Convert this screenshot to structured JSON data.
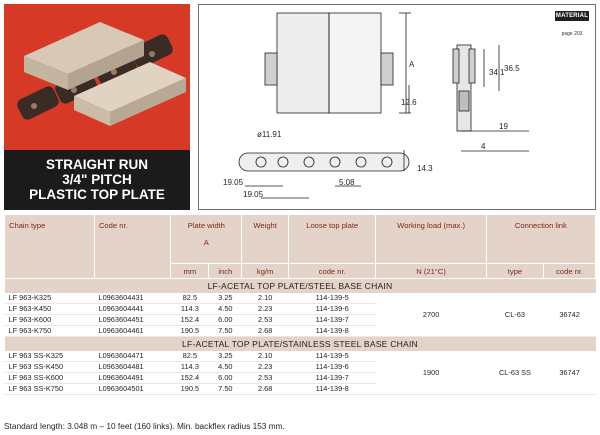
{
  "header": {
    "title_lines": [
      "STRAIGHT RUN",
      "3/4\" PITCH",
      "PLASTIC TOP PLATE"
    ],
    "material_badge": "MATERIAL",
    "material_page": "page 203"
  },
  "drawing": {
    "dims": {
      "a": "A",
      "h126": "12.6",
      "h341": "34.1",
      "h365": "36.5",
      "w19": "19",
      "w4": "4",
      "dia": "ø11.91",
      "l1905a": "19.05",
      "l1905b": "19.05",
      "l508": "5.08",
      "h143": "14.3"
    }
  },
  "table": {
    "headers": {
      "chain_type": "Chain type",
      "code_nr": "Code nr.",
      "plate_width": "Plate width",
      "plate_width_a": "A",
      "weight": "Weight",
      "loose_top_plate": "Loose top plate",
      "working_load": "Working load (max.)",
      "connection_link": "Connection link",
      "mm": "mm",
      "inch": "inch",
      "kgm": "kg/m",
      "code_nr2": "code nr.",
      "n21": "N (21°C)",
      "type": "type",
      "code_nr3": "code nr."
    },
    "sections": [
      {
        "title": "LF-ACETAL TOP PLATE/STEEL BASE CHAIN",
        "working_load": "2700",
        "link_type": "CL-63",
        "link_code": "36742",
        "rows": [
          {
            "chain": "LF 963-K325",
            "code": "L0963604431",
            "mm": "82.5",
            "inch": "3.25",
            "kgm": "2.10",
            "loose": "114-139-5"
          },
          {
            "chain": "LF 963-K450",
            "code": "L0963604441",
            "mm": "114.3",
            "inch": "4.50",
            "kgm": "2.23",
            "loose": "114-139-6"
          },
          {
            "chain": "LF 963-K600",
            "code": "L0963604451",
            "mm": "152.4",
            "inch": "6.00",
            "kgm": "2.53",
            "loose": "114-139-7"
          },
          {
            "chain": "LF 963-K750",
            "code": "L0963604461",
            "mm": "190.5",
            "inch": "7.50",
            "kgm": "2.68",
            "loose": "114-139-8"
          }
        ]
      },
      {
        "title": "LF-ACETAL TOP PLATE/STAINLESS STEEL BASE CHAIN",
        "working_load": "1900",
        "link_type": "CL-63 SS",
        "link_code": "36747",
        "rows": [
          {
            "chain": "LF 963 SS-K325",
            "code": "L0963604471",
            "mm": "82.5",
            "inch": "3.25",
            "kgm": "2.10",
            "loose": "114-139-5"
          },
          {
            "chain": "LF 963 SS-K450",
            "code": "L0963604481",
            "mm": "114.3",
            "inch": "4.50",
            "kgm": "2.23",
            "loose": "114-139-6"
          },
          {
            "chain": "LF 963 SS-K600",
            "code": "L0963604491",
            "mm": "152.4",
            "inch": "6.00",
            "kgm": "2.53",
            "loose": "114-139-7"
          },
          {
            "chain": "LF 963 SS-K750",
            "code": "L0963604501",
            "mm": "190.5",
            "inch": "7.50",
            "kgm": "2.68",
            "loose": "114-139-8"
          }
        ]
      }
    ]
  },
  "footer": "Standard length: 3.048 m – 10 feet (160 links). Min. backflex radius 153 mm."
}
